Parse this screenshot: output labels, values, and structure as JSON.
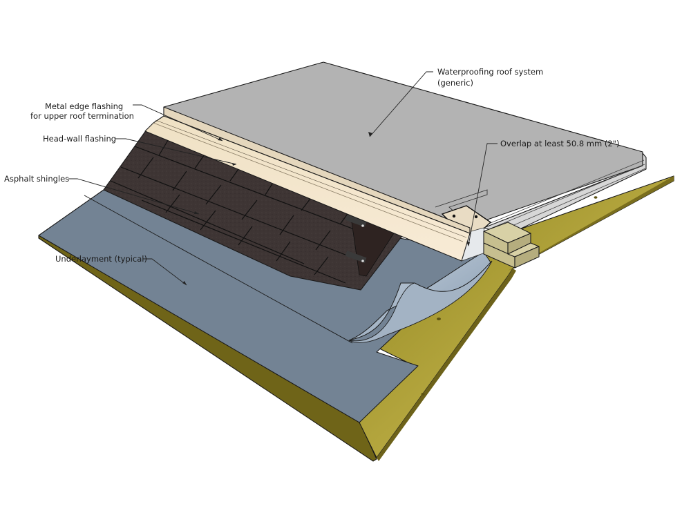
{
  "diagram": {
    "type": "3d-construction-detail",
    "subject": "Head-wall flashing transition from asphalt shingle roof to low-slope waterproofing roof system",
    "labels": {
      "waterproofing_line1": "Waterproofing roof system",
      "waterproofing_line2": "(generic)",
      "metal_edge_line1": "Metal edge flashing",
      "metal_edge_line2": "for upper roof termination",
      "head_wall": "Head-wall flashing",
      "asphalt": "Asphalt shingles",
      "overlap": "Overlap at least 50.8 mm (2\")",
      "underlayment": "Underlayment (typical)"
    },
    "components": [
      {
        "name": "Waterproofing roof system",
        "color": "#b3b3b3"
      },
      {
        "name": "Metal edge flashing",
        "color": "#f3e5cc"
      },
      {
        "name": "Head-wall flashing",
        "color": "#e8ecef"
      },
      {
        "name": "Asphalt shingles",
        "color": "#3d3433"
      },
      {
        "name": "Underlayment",
        "color": "#738394"
      },
      {
        "name": "Plywood deck",
        "color": "#a8982e"
      },
      {
        "name": "Wood blocking",
        "color": "#cfc79a"
      }
    ]
  }
}
